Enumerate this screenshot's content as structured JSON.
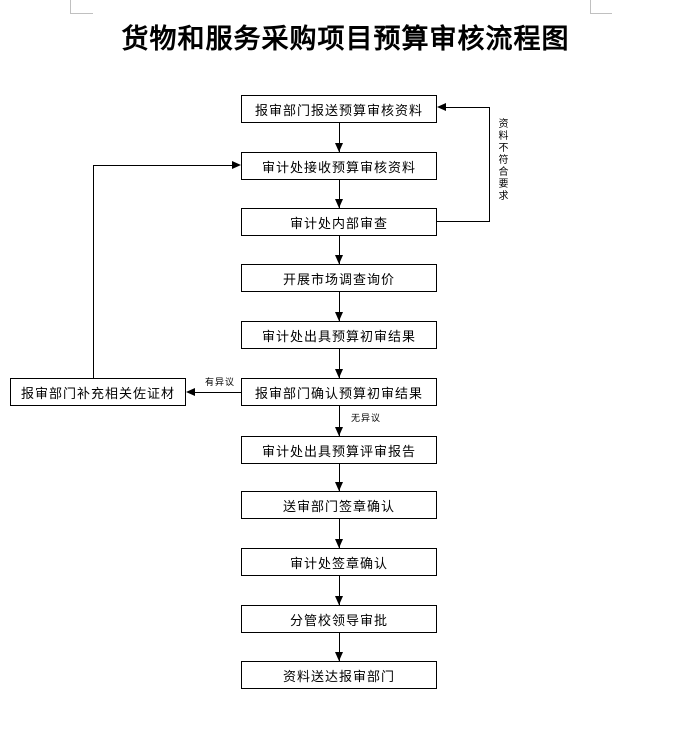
{
  "page": {
    "title": "货物和服务采购项目预算审核流程图"
  },
  "flow": {
    "type": "flowchart",
    "boxes": [
      {
        "label": "报审部门报送预算审核资料"
      },
      {
        "label": "审计处接收预算审核资料"
      },
      {
        "label": "审计处内部审查"
      },
      {
        "label": "开展市场调查询价"
      },
      {
        "label": "审计处出具预算初审结果"
      },
      {
        "label": "报审部门确认预算初审结果"
      },
      {
        "label": "审计处出具预算评审报告"
      },
      {
        "label": "送审部门签章确认"
      },
      {
        "label": "审计处签章确认"
      },
      {
        "label": "分管校领导审批"
      },
      {
        "label": "资料送达报审部门"
      }
    ],
    "side_box": {
      "label": "报审部门补充相关佐证材"
    },
    "edge_labels": {
      "objection": "有异议",
      "no_objection": "无异议",
      "not_conforming": "资料不符合要求"
    }
  },
  "colors": {
    "line": "#000000",
    "background": "#ffffff",
    "crop_mark": "#c0c0c0"
  }
}
